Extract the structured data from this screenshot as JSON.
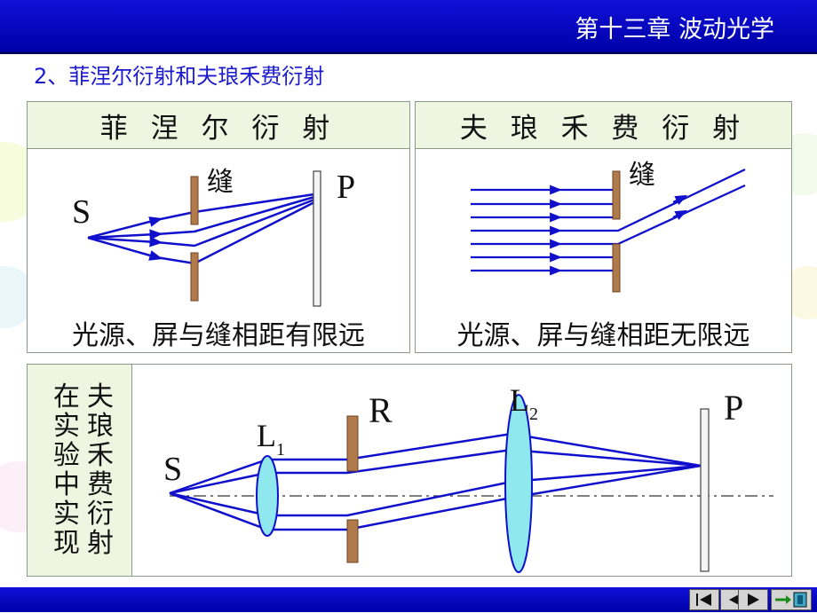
{
  "header": {
    "chapter_title": "第十三章  波动光学"
  },
  "section": {
    "title": "2、菲涅尔衍射和夫琅禾费衍射"
  },
  "fresnel_panel": {
    "heading": "菲 涅 尔 衍 射",
    "label_source": "S",
    "label_slit": "缝",
    "label_screen": "P",
    "caption": "光源、屏与缝相距有限远"
  },
  "fraunhofer_panel": {
    "heading": "夫 琅 禾 费  衍 射",
    "label_slit": "缝",
    "caption": "光源、屏与缝相距无限远"
  },
  "experiment_panel": {
    "vertical_line_1": "夫琅禾费衍射",
    "vertical_line_2": "在实验中实现",
    "label_source": "S",
    "label_lens1": "L",
    "label_lens1_sub": "1",
    "label_slit": "R",
    "label_lens2": "L",
    "label_lens2_sub": "2",
    "label_screen": "P"
  },
  "nav": {
    "buttons": [
      "first-page-icon",
      "previous-page-icon",
      "next-page-icon",
      "exit-icon"
    ]
  },
  "colors": {
    "title_bar": "#0000b4",
    "section_text": "#1a1acc",
    "ray": "#1010cc",
    "slit": "#b07a4a",
    "lens": "#8ee8ee",
    "panel_header": "#eef6e2"
  }
}
